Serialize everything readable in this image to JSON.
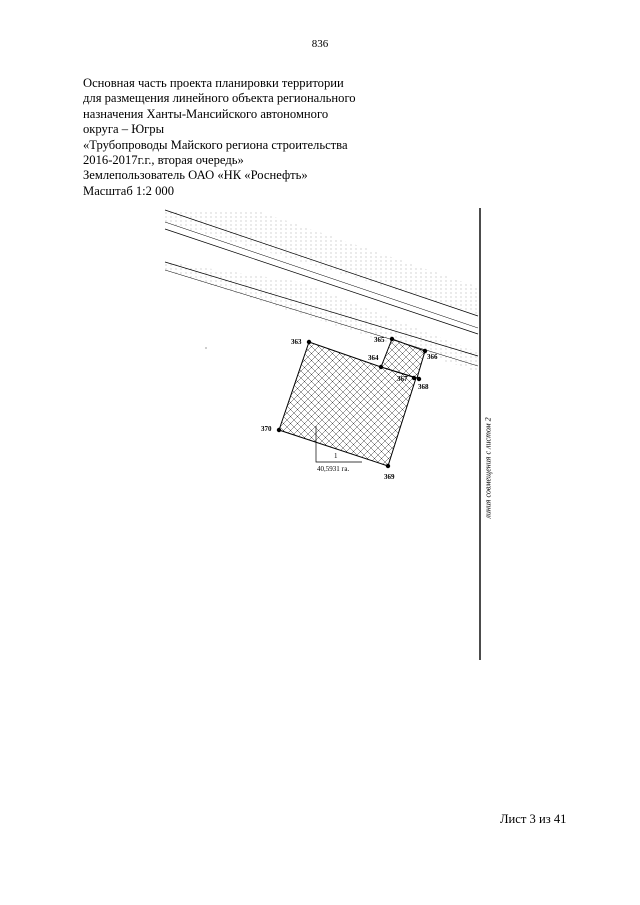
{
  "page_number": "836",
  "header": {
    "lines": [
      "Основная часть проекта планировки территории",
      "для размещения линейного объекта регионального",
      "назначения Ханты-Мансийского автономного",
      "округа – Югры",
      "«Трубопроводы Майского региона строительства",
      "2016-2017г.г., вторая очередь»",
      "Землепользователь ОАО «НК «Роснефть»",
      "Масштаб 1:2 000"
    ]
  },
  "plan": {
    "points": [
      {
        "id": "363"
      },
      {
        "id": "364"
      },
      {
        "id": "365"
      },
      {
        "id": "366"
      },
      {
        "id": "367"
      },
      {
        "id": "368"
      },
      {
        "id": "369"
      },
      {
        "id": "370"
      }
    ],
    "parcel": {
      "number": "1",
      "area": "40,5931 га."
    },
    "junction_label": "линия совмещения с листом 2"
  },
  "footer": {
    "sheet": "Лист 3 из 41"
  }
}
